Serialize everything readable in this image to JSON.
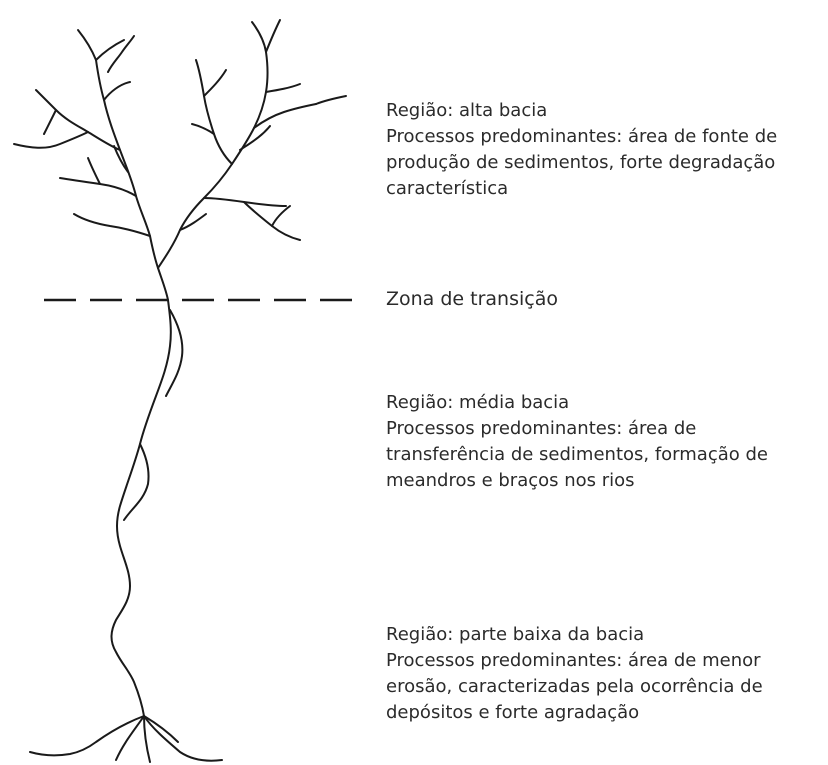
{
  "upper": {
    "line1": "Região: alta bacia",
    "line2": "Processos predominantes: área de fonte de",
    "line3": "produção de sedimentos, forte degradação",
    "line4": "característica"
  },
  "transition": {
    "label": "Zona de transição"
  },
  "middle": {
    "line1": "Região: média bacia",
    "line2": "Processos predominantes: área de",
    "line3": "transferência de sedimentos, formação de",
    "line4": "meandros e braços nos rios"
  },
  "lower": {
    "line1": "Região: parte baixa da bacia",
    "line2": "Processos predominantes: área de menor",
    "line3": "erosão, caracterizadas pela ocorrência de",
    "line4": "depósitos e forte agradação"
  },
  "colors": {
    "stroke": "#1a1a1a",
    "text": "#2b2b2b"
  }
}
